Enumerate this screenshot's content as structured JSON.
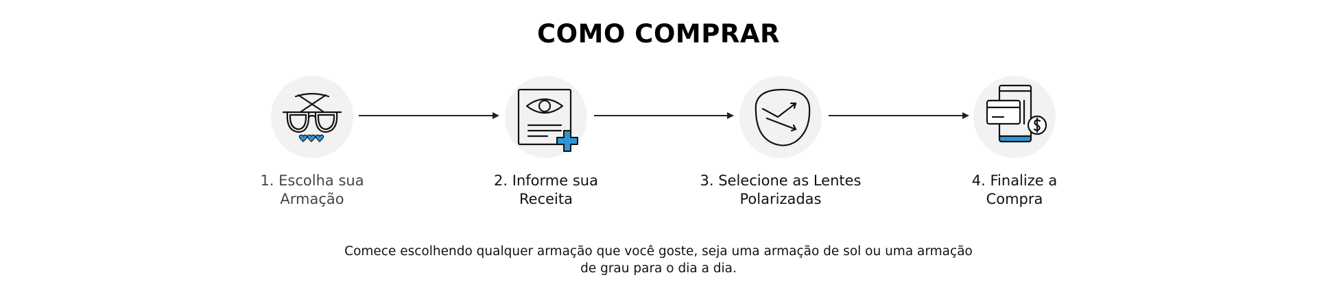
{
  "title": "COMO COMPRAR",
  "accent_color": "#2f96d8",
  "steps": [
    {
      "icon": "sunglasses-with-hearts-icon",
      "line1": "1. Escolha sua",
      "line2": "Armação",
      "active": true
    },
    {
      "icon": "prescription-document-icon",
      "line1": "2. Informe sua",
      "line2": "Receita",
      "active": false
    },
    {
      "icon": "polarized-lens-icon",
      "line1": "3. Selecione as Lentes",
      "line2": "Polarizadas",
      "active": false
    },
    {
      "icon": "mobile-payment-icon",
      "line1": "4. Finalize a",
      "line2": "Compra",
      "active": false
    }
  ],
  "description": {
    "line1": "Comece escolhendo qualquer armação que você goste, seja uma armação de sol ou uma armação",
    "line2": "de grau para o dia a dia."
  }
}
